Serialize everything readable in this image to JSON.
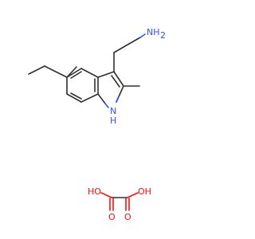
{
  "molecules": [
    {
      "atoms": [
        {
          "id": "amine-n",
          "text": "NH"
        },
        {
          "id": "amine-h2",
          "text": "2"
        },
        {
          "id": "indole-n",
          "text": "N"
        },
        {
          "id": "indole-h",
          "text": "H"
        }
      ]
    },
    {
      "atoms": [
        {
          "id": "oxalic-oh-left",
          "text": "HO"
        },
        {
          "id": "oxalic-oh-right",
          "text": "OH"
        },
        {
          "id": "oxalic-o-left",
          "text": "O"
        },
        {
          "id": "oxalic-o-right",
          "text": "O"
        }
      ]
    }
  ],
  "colors": {
    "carbon_bond": "#303030",
    "nitrogen": "#3050F8",
    "oxygen": "#FF0D0D",
    "background": "#ffffff"
  }
}
